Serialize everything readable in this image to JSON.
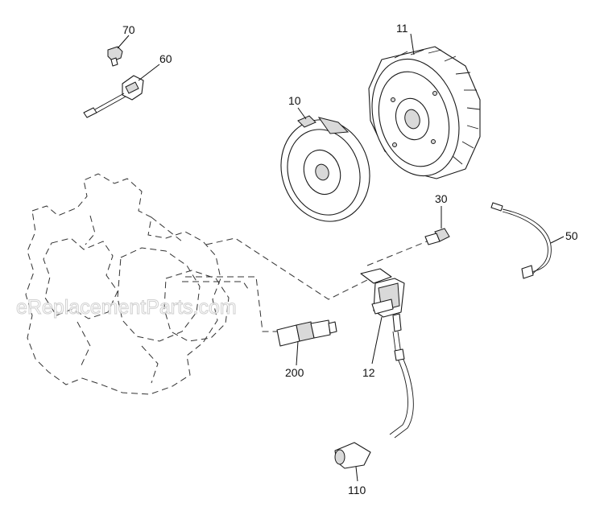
{
  "watermark": "eReplacementParts.com",
  "callouts": {
    "p10": "10",
    "p11": "11",
    "p12": "12",
    "p30": "30",
    "p50": "50",
    "p60": "60",
    "p70": "70",
    "p110": "110",
    "p200": "200"
  }
}
